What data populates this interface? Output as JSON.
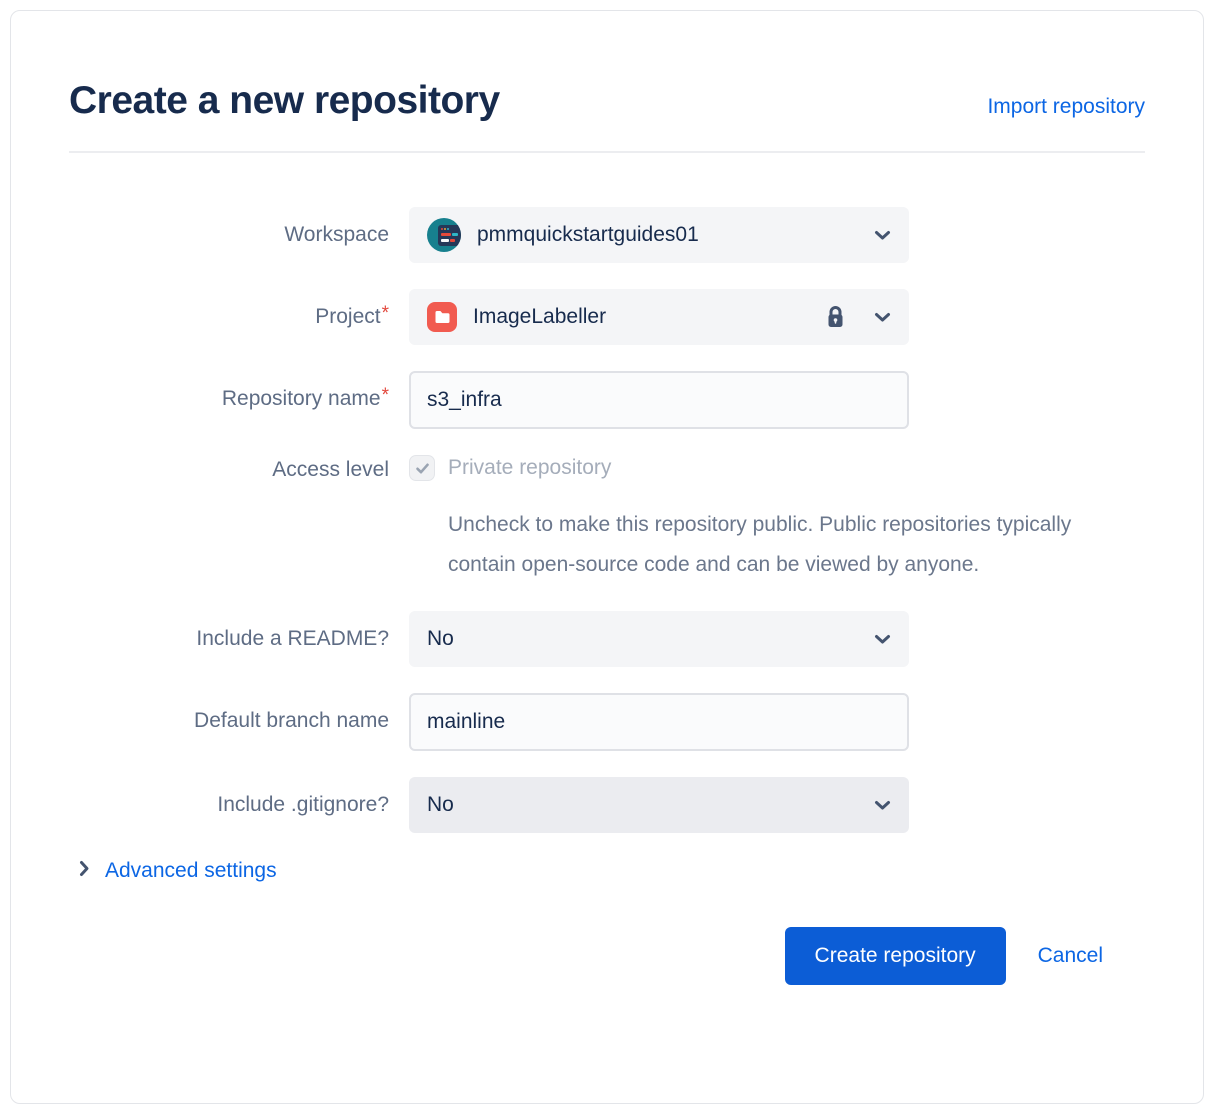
{
  "header": {
    "title": "Create a new repository",
    "import_label": "Import repository"
  },
  "form": {
    "workspace": {
      "label": "Workspace",
      "value": "pmmquickstartguides01"
    },
    "project": {
      "label": "Project",
      "required": "*",
      "value": "ImageLabeller"
    },
    "repository_name": {
      "label": "Repository name",
      "required": "*",
      "value": "s3_infra"
    },
    "access_level": {
      "label": "Access level",
      "checkbox_label": "Private repository",
      "checkbox_checked": true,
      "checkbox_disabled": true,
      "help_text": "Uncheck to make this repository public. Public repositories typically contain open-source code and can be viewed by anyone."
    },
    "include_readme": {
      "label": "Include a README?",
      "value": "No"
    },
    "default_branch": {
      "label": "Default branch name",
      "value": "mainline"
    },
    "include_gitignore": {
      "label": "Include .gitignore?",
      "value": "No"
    },
    "advanced_settings_label": "Advanced settings"
  },
  "footer": {
    "create_label": "Create repository",
    "cancel_label": "Cancel"
  },
  "colors": {
    "primary_button": "#0C5DD6",
    "link_blue": "#0C66E4",
    "title_text": "#172B4D",
    "label_text": "#5E6C84",
    "disabled_text": "#A5ADBA",
    "required_asterisk": "#E2483D",
    "select_background": "#F4F5F7",
    "select_background_hover": "#EBECF0",
    "input_border": "#DFE1E6",
    "project_icon_red": "#F15B50",
    "workspace_avatar_teal": "#17808E",
    "icon_slate": "#44546F"
  }
}
